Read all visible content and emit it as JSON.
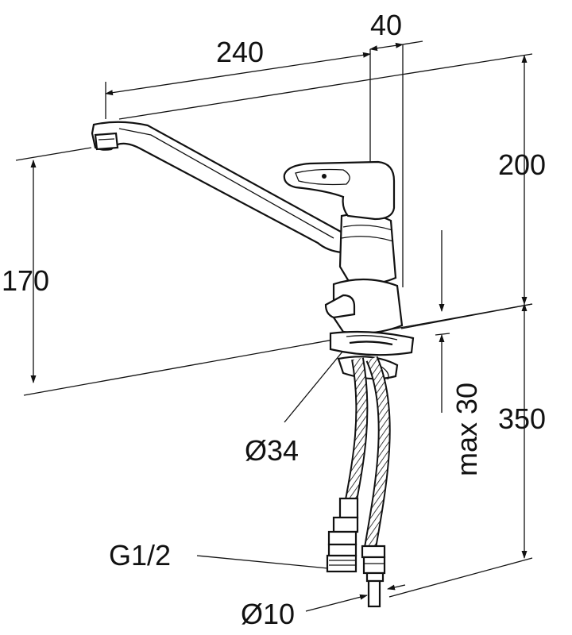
{
  "dimensions": {
    "spout_reach": "240",
    "handle_offset": "40",
    "height_above_deck": "200",
    "spout_height": "170",
    "hose_length": "350",
    "max_deck_thickness": "max 30",
    "hole_diameter": "Ø34",
    "thread": "G1/2",
    "pipe_diameter": "Ø10"
  }
}
